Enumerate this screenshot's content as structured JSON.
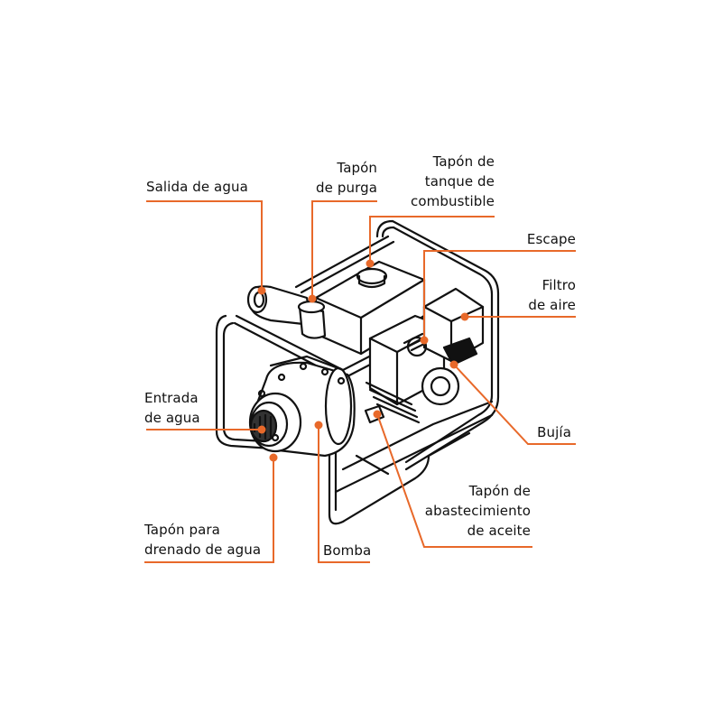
{
  "accent_color": "#e8692a",
  "line_color": "#111111",
  "labels": {
    "salida_agua": [
      "Salida de agua"
    ],
    "tapon_purga": [
      "Tapón",
      "de purga"
    ],
    "tapon_tanque": [
      "Tapón de",
      "tanque de",
      "combustible"
    ],
    "escape": [
      "Escape"
    ],
    "filtro_aire": [
      "Filtro",
      "de aire"
    ],
    "entrada_agua": [
      "Entrada",
      "de agua"
    ],
    "bujia": [
      "Bujía"
    ],
    "tapon_aceite": [
      "Tapón de",
      "abastecimiento",
      "de aceite"
    ],
    "tapon_drenado": [
      "Tapón para",
      "drenado de agua"
    ],
    "bomba": [
      "Bomba"
    ]
  }
}
